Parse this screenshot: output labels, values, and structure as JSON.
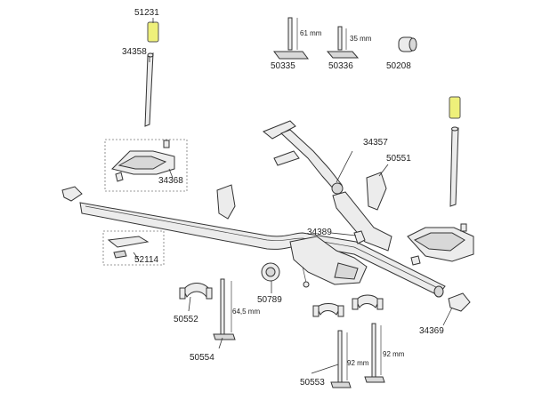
{
  "parts": [
    {
      "id": "51231"
    },
    {
      "id": "34358"
    },
    {
      "id": "50335",
      "dimension": "61 mm"
    },
    {
      "id": "50336",
      "dimension": "35 mm"
    },
    {
      "id": "50208"
    },
    {
      "id": "34357"
    },
    {
      "id": "50551"
    },
    {
      "id": "34368"
    },
    {
      "id": "34389"
    },
    {
      "id": "52114"
    },
    {
      "id": "50789"
    },
    {
      "id": "50552"
    },
    {
      "id": "50554",
      "dimension": "64,5 mm"
    },
    {
      "id": "34369"
    },
    {
      "id": "50553",
      "dimensions": [
        "92 mm",
        "92 mm"
      ]
    }
  ],
  "colors": {
    "highlight": "#eef07a",
    "line": "#333333",
    "fill": "#ececec"
  }
}
